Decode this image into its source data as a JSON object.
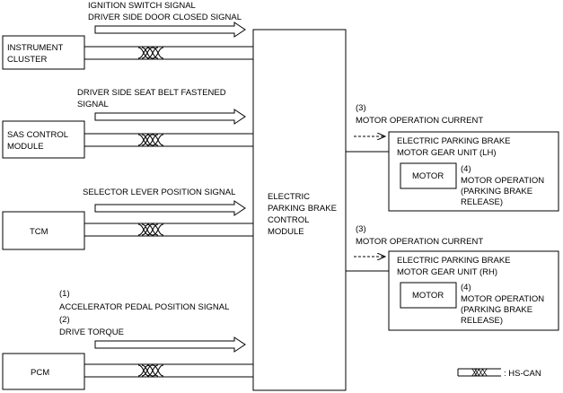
{
  "modules": {
    "instrument_cluster": [
      "INSTRUMENT",
      "CLUSTER"
    ],
    "sas_control_module": [
      "SAS CONTROL",
      "MODULE"
    ],
    "tcm": "TCM",
    "pcm": "PCM",
    "epb_control_module": [
      "ELECTRIC",
      "PARKING BRAKE",
      "CONTROL",
      "MODULE"
    ]
  },
  "signals": {
    "instrument": [
      "IGNITION SWITCH SIGNAL",
      "DRIVER SIDE DOOR CLOSED SIGNAL"
    ],
    "sas": [
      "DRIVER SIDE SEAT BELT FASTENED",
      "SIGNAL"
    ],
    "tcm": "SELECTOR LEVER POSITION SIGNAL",
    "pcm": [
      "(1)",
      "ACCELERATOR PEDAL POSITION SIGNAL",
      "(2)",
      "DRIVE TORQUE"
    ]
  },
  "motor_units": [
    {
      "current_num": "(3)",
      "current_label": "MOTOR OPERATION CURRENT",
      "title": [
        "ELECTRIC PARKING BRAKE",
        "MOTOR GEAR UNIT (LH)"
      ],
      "motor_label": "MOTOR",
      "op_num": "(4)",
      "op_label": [
        "MOTOR OPERATION",
        "(PARKING BRAKE",
        "RELEASE)"
      ]
    },
    {
      "current_num": "(3)",
      "current_label": "MOTOR OPERATION CURRENT",
      "title": [
        "ELECTRIC PARKING BRAKE",
        "MOTOR GEAR UNIT (RH)"
      ],
      "motor_label": "MOTOR",
      "op_num": "(4)",
      "op_label": [
        "MOTOR OPERATION",
        "(PARKING BRAKE",
        "RELEASE)"
      ]
    }
  ],
  "legend": {
    "label": ": HS-CAN"
  }
}
